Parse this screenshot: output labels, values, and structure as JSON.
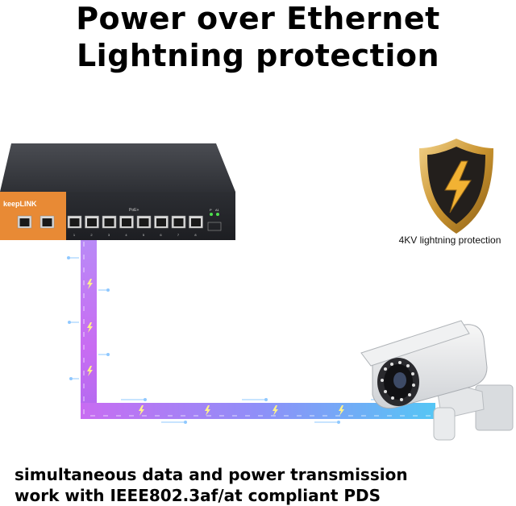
{
  "title": {
    "line1": "Power over Ethernet",
    "line2": "Lightning protection"
  },
  "switch": {
    "brand": "keepLINK",
    "poe_label": "PoE+",
    "uplink_ports": 2,
    "poe_ports": 8,
    "port_numbers": [
      "1",
      "2",
      "3",
      "4",
      "5",
      "6",
      "7",
      "8"
    ],
    "led_labels": [
      "P",
      "A1"
    ]
  },
  "shield": {
    "label": "4KV lightning protection",
    "icon": "lightning-bolt-icon"
  },
  "cable": {
    "gradient_colors": [
      "#c86cf2",
      "#7f9cff",
      "#55c6f5"
    ],
    "bolt_color": "#fff28a"
  },
  "camera": {
    "icon": "security-camera-icon"
  },
  "captions": {
    "line1": "simultaneous data and power transmission",
    "line2": "work with IEEE802.3af/at compliant PDS"
  },
  "colors": {
    "switch_body": "#2b2d31",
    "switch_accent": "#e88a35",
    "shield_gold": "#c9932f",
    "shield_dark": "#231f1c"
  }
}
